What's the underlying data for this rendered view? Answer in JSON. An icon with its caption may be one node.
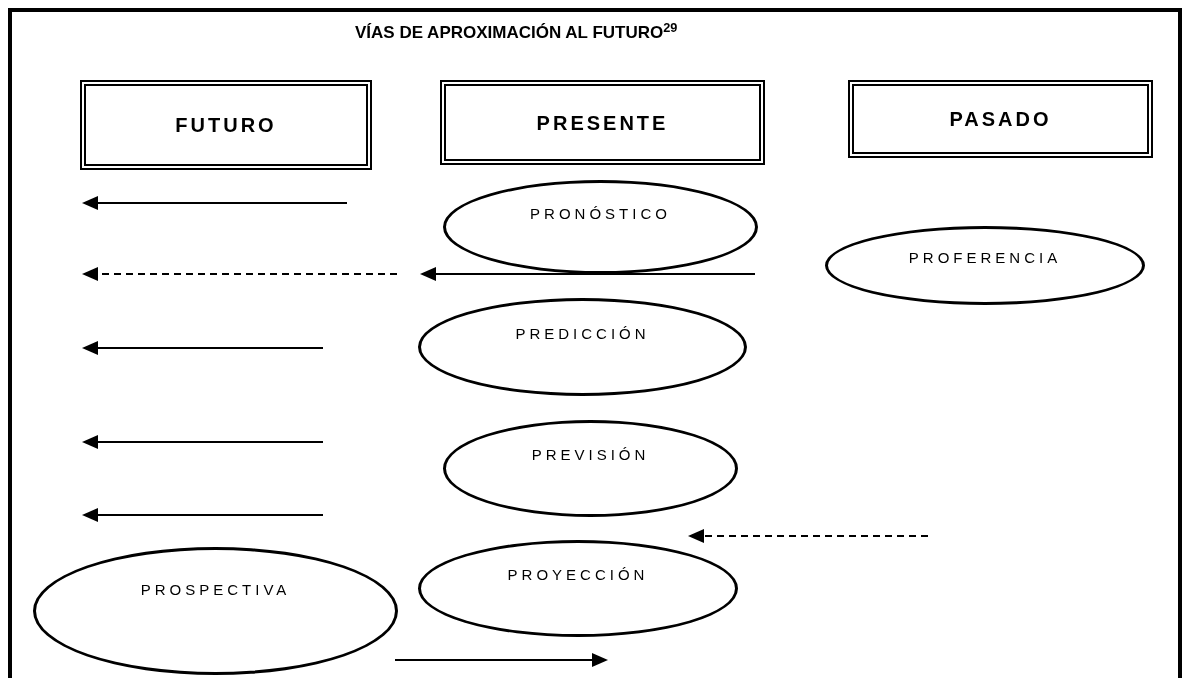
{
  "diagram": {
    "title": "VÍAS DE APROXIMACIÓN AL FUTURO$^{29}$",
    "nodes": [
      {
        "text": [
          "FUTURO"
        ]
      },
      {
        "text": [
          "PRESENTE"
        ]
      },
      {
        "text": [
          "PASADO"
        ]
      },
      {
        "text": [
          "PRONÓSTICO"
        ]
      },
      {
        "text": [
          "PROFERENCIA"
        ]
      },
      {
        "text": [
          "PREDICCIÓN"
        ]
      },
      {
        "text": [
          "PREVISIÓN"
        ]
      },
      {
        "text": [
          "PROYECCIÓN"
        ]
      },
      {
        "text": [
          "PROSPECTIVA"
        ]
      }
    ]
  }
}
